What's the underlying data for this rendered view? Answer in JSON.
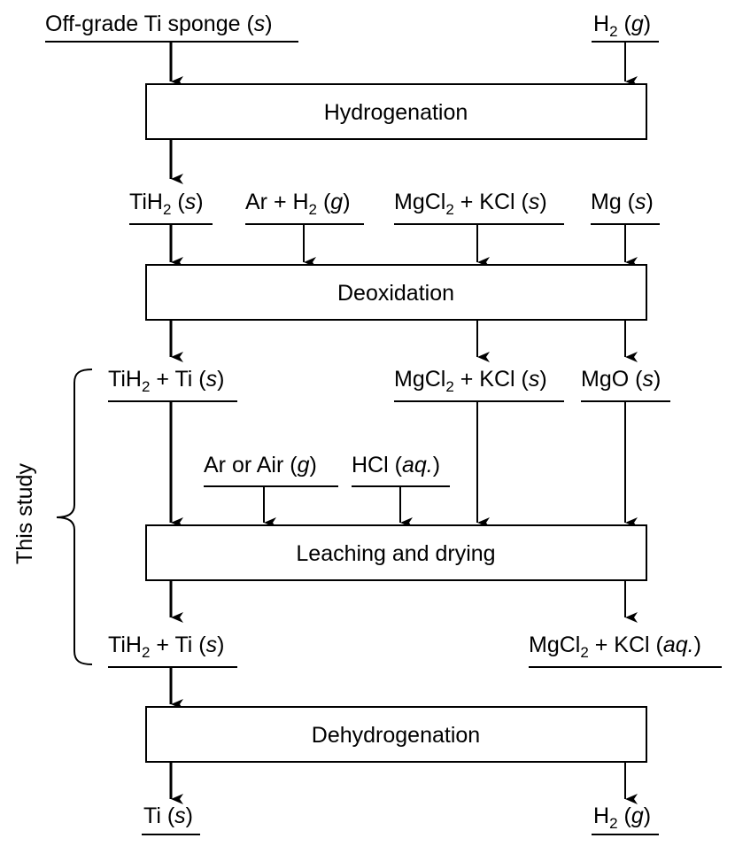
{
  "inputs": {
    "sponge": {
      "main": "Off-grade Ti sponge (",
      "italic": "s",
      "close": ")"
    },
    "h2_in": {
      "main": "H",
      "sub": "2",
      "rest": " (",
      "italic": "g",
      "close": ")"
    }
  },
  "boxes": {
    "hydrogenation": "Hydrogenation",
    "deoxidation": "Deoxidation",
    "leaching": "Leaching and drying",
    "dehydrogenation": "Dehydrogenation"
  },
  "row2": {
    "tih2": {
      "main": "TiH",
      "sub": "2",
      "rest": " (",
      "italic": "s",
      "close": ")"
    },
    "ar_h2": {
      "main": "Ar + H",
      "sub": "2",
      "rest": " (",
      "italic": "g",
      "close": ")"
    },
    "mgcl2_kcl": {
      "main": "MgCl",
      "sub": "2",
      "rest": " + KCl (",
      "italic": "s",
      "close": ")"
    },
    "mg": {
      "main": "Mg (",
      "italic": "s",
      "close": ")"
    }
  },
  "row3": {
    "tih2_ti": {
      "main": "TiH",
      "sub": "2",
      "rest": " + Ti (",
      "italic": "s",
      "close": ")"
    },
    "mgcl2_kcl": {
      "main": "MgCl",
      "sub": "2",
      "rest": " + KCl (",
      "italic": "s",
      "close": ")"
    },
    "mgo": {
      "main": "MgO (",
      "italic": "s",
      "close": ")"
    }
  },
  "row4": {
    "ar_air": {
      "main": "Ar or Air (",
      "italic": "g",
      "close": ")"
    },
    "hcl": {
      "main": "HCl (",
      "italic": "aq.",
      "close": ")"
    }
  },
  "row5": {
    "tih2_ti": {
      "main": "TiH",
      "sub": "2",
      "rest": " + Ti (",
      "italic": "s",
      "close": ")"
    },
    "mgcl2_kcl_aq": {
      "main": "MgCl",
      "sub": "2",
      "rest": " + KCl (",
      "italic": "aq.",
      "close": ")"
    }
  },
  "outputs": {
    "ti": {
      "main": "Ti (",
      "italic": "s",
      "close": ")"
    },
    "h2_out": {
      "main": "H",
      "sub": "2",
      "rest": " (",
      "italic": "g",
      "close": ")"
    }
  },
  "bracket_label": "This study"
}
